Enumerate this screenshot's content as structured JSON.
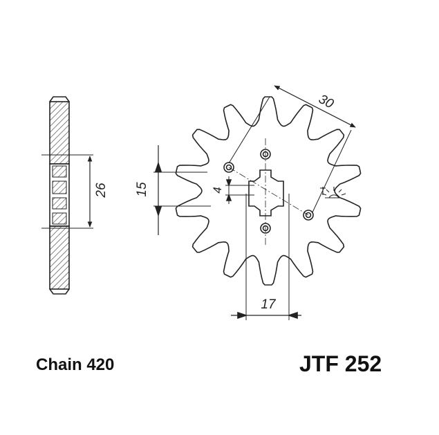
{
  "chain_label": "Chain 420",
  "part_number": "JTF 252",
  "dimensions": {
    "pitch": "30",
    "side_height": "26",
    "hub_offset": "15",
    "spline_width": "4",
    "bore": "17"
  },
  "sprocket": {
    "teeth": 14
  },
  "colors": {
    "ink": "#222222",
    "hatch": "#444444",
    "background": "#ffffff"
  }
}
